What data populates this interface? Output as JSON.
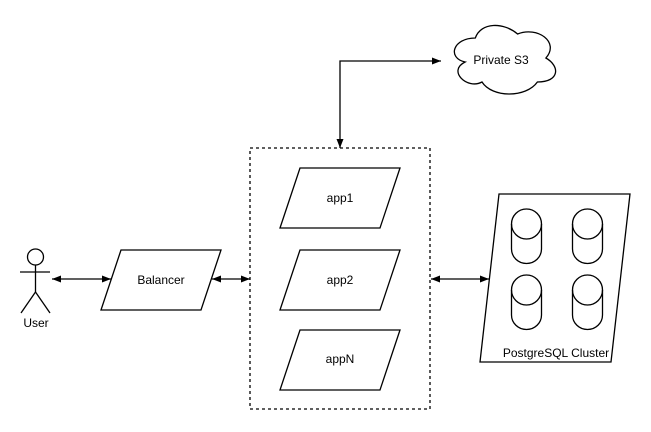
{
  "diagram": {
    "background_color": "#ffffff",
    "stroke_color": "#000000",
    "nodes": {
      "user": {
        "label": "User",
        "shape": "actor"
      },
      "balancer": {
        "label": "Balancer",
        "shape": "parallelogram"
      },
      "app_container": {
        "shape": "dashed-rectangle",
        "apps": [
          {
            "label": "app1"
          },
          {
            "label": "app2"
          },
          {
            "label": "appN"
          }
        ]
      },
      "private_s3": {
        "label": "Private S3",
        "shape": "cloud"
      },
      "postgresql": {
        "label": "PostgreSQL Cluster",
        "shape": "parallelogram",
        "cylinder_count": 4
      }
    },
    "edges": [
      {
        "from": "user",
        "to": "balancer",
        "style": "double-arrow"
      },
      {
        "from": "balancer",
        "to": "app_container",
        "style": "double-arrow"
      },
      {
        "from": "app_container",
        "to": "private_s3",
        "style": "double-arrow-elbow"
      },
      {
        "from": "app_container",
        "to": "postgresql",
        "style": "double-arrow"
      }
    ]
  }
}
